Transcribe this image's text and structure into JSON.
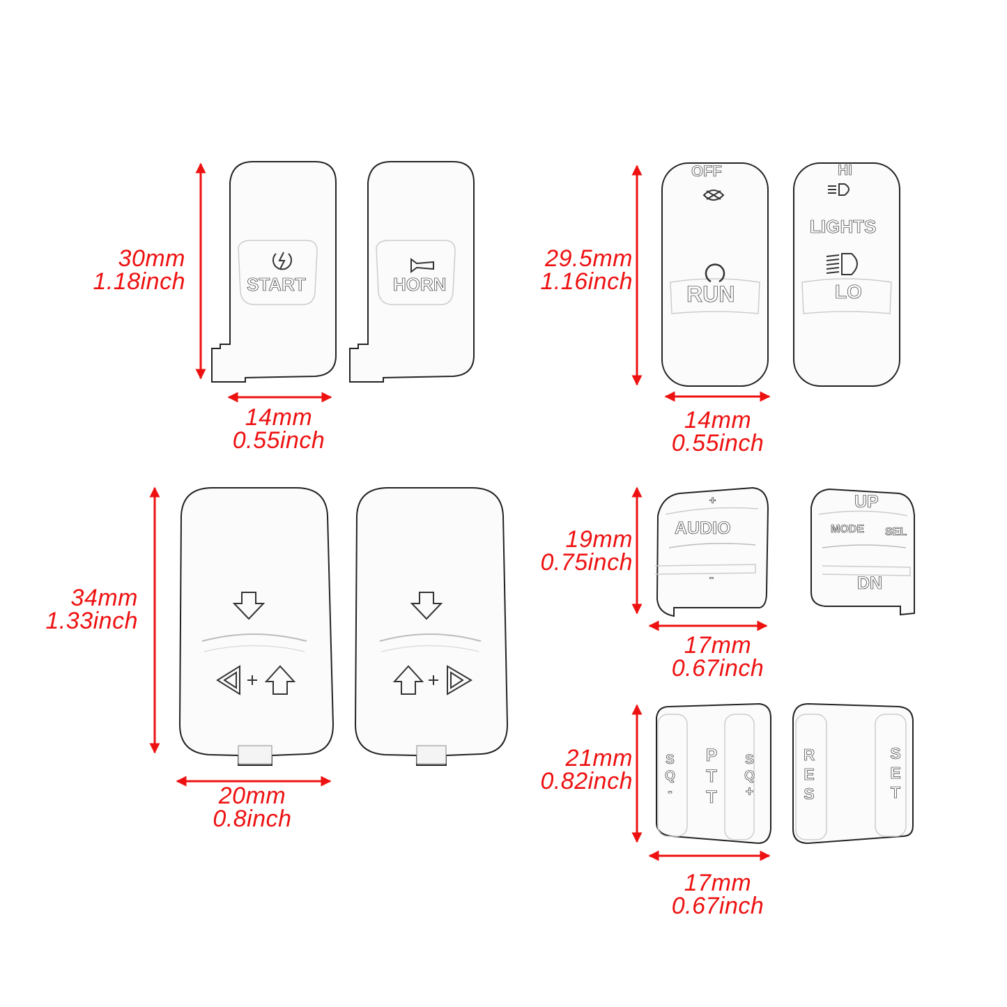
{
  "colors": {
    "dimension_red": "#ee1111",
    "outline": "#222222",
    "background": "#ffffff"
  },
  "parts": [
    {
      "id": "start-horn",
      "height": {
        "mm": "30mm",
        "inch": "1.18inch"
      },
      "width": {
        "mm": "14mm",
        "inch": "0.55inch"
      },
      "caps": [
        {
          "icon": "starter-bolt-icon",
          "labels": [
            "START"
          ]
        },
        {
          "icon": "horn-icon",
          "labels": [
            "HORN"
          ]
        }
      ]
    },
    {
      "id": "run-lights",
      "height": {
        "mm": "29.5mm",
        "inch": "1.16inch"
      },
      "width": {
        "mm": "14mm",
        "inch": "0.55inch"
      },
      "caps": [
        {
          "icon": "engine-stop-icon",
          "labels": [
            "OFF",
            "RUN"
          ]
        },
        {
          "icon": "headlight-icon",
          "labels": [
            "HI",
            "LIGHTS",
            "LO"
          ]
        }
      ]
    },
    {
      "id": "turn-signals",
      "height": {
        "mm": "34mm",
        "inch": "1.33inch"
      },
      "width": {
        "mm": "20mm",
        "inch": "0.8inch"
      },
      "caps": [
        {
          "icon": "left-turn-icon",
          "labels": [
            "+"
          ]
        },
        {
          "icon": "right-turn-icon",
          "labels": [
            "+"
          ]
        }
      ]
    },
    {
      "id": "audio-mode",
      "height": {
        "mm": "19mm",
        "inch": "0.75inch"
      },
      "width": {
        "mm": "17mm",
        "inch": "0.67inch"
      },
      "caps": [
        {
          "labels": [
            "+",
            "AUDIO",
            "-"
          ]
        },
        {
          "labels": [
            "UP",
            "MODE",
            "SEL",
            "DN"
          ]
        }
      ]
    },
    {
      "id": "ptt-cruise",
      "height": {
        "mm": "21mm",
        "inch": "0.82inch"
      },
      "width": {
        "mm": "17mm",
        "inch": "0.67inch"
      },
      "caps": [
        {
          "labels": [
            "SQ-",
            "PTT",
            "SQ+"
          ]
        },
        {
          "labels": [
            "RES",
            "SET"
          ]
        }
      ]
    }
  ]
}
